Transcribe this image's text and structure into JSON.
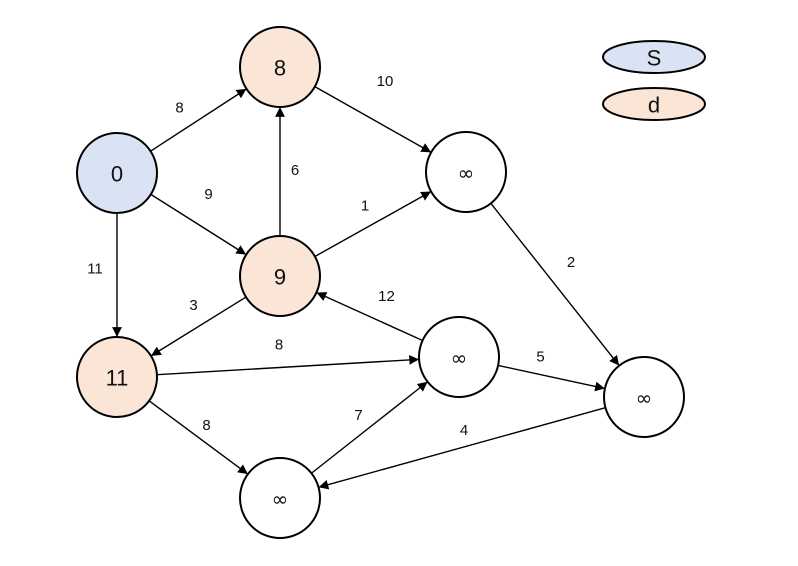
{
  "colors": {
    "source_fill": "#dae3f3",
    "visited_fill": "#fbe5d6",
    "default_fill": "#ffffff"
  },
  "legend": [
    {
      "label": "S",
      "state": "source"
    },
    {
      "label": "d",
      "state": "visited"
    }
  ],
  "nodes": [
    {
      "id": "n0",
      "label": "0",
      "state": "source"
    },
    {
      "id": "n8",
      "label": "8",
      "state": "visited"
    },
    {
      "id": "n9",
      "label": "9",
      "state": "visited"
    },
    {
      "id": "n11",
      "label": "11",
      "state": "visited"
    },
    {
      "id": "a",
      "label": "∞",
      "state": "default"
    },
    {
      "id": "b",
      "label": "∞",
      "state": "default"
    },
    {
      "id": "c",
      "label": "∞",
      "state": "default"
    },
    {
      "id": "e",
      "label": "∞",
      "state": "default"
    }
  ],
  "edges": [
    {
      "from": "n0",
      "to": "n8",
      "weight": "8"
    },
    {
      "from": "n0",
      "to": "n9",
      "weight": "9"
    },
    {
      "from": "n0",
      "to": "n11",
      "weight": "11"
    },
    {
      "from": "n9",
      "to": "n8",
      "weight": "6"
    },
    {
      "from": "n8",
      "to": "a",
      "weight": "10"
    },
    {
      "from": "n9",
      "to": "a",
      "weight": "1"
    },
    {
      "from": "n9",
      "to": "n11",
      "weight": "3"
    },
    {
      "from": "b",
      "to": "n9",
      "weight": "12"
    },
    {
      "from": "n11",
      "to": "b",
      "weight": "8"
    },
    {
      "from": "a",
      "to": "c",
      "weight": "2"
    },
    {
      "from": "b",
      "to": "c",
      "weight": "5"
    },
    {
      "from": "n11",
      "to": "e",
      "weight": "8"
    },
    {
      "from": "e",
      "to": "b",
      "weight": "7"
    },
    {
      "from": "c",
      "to": "e",
      "weight": "4"
    }
  ]
}
